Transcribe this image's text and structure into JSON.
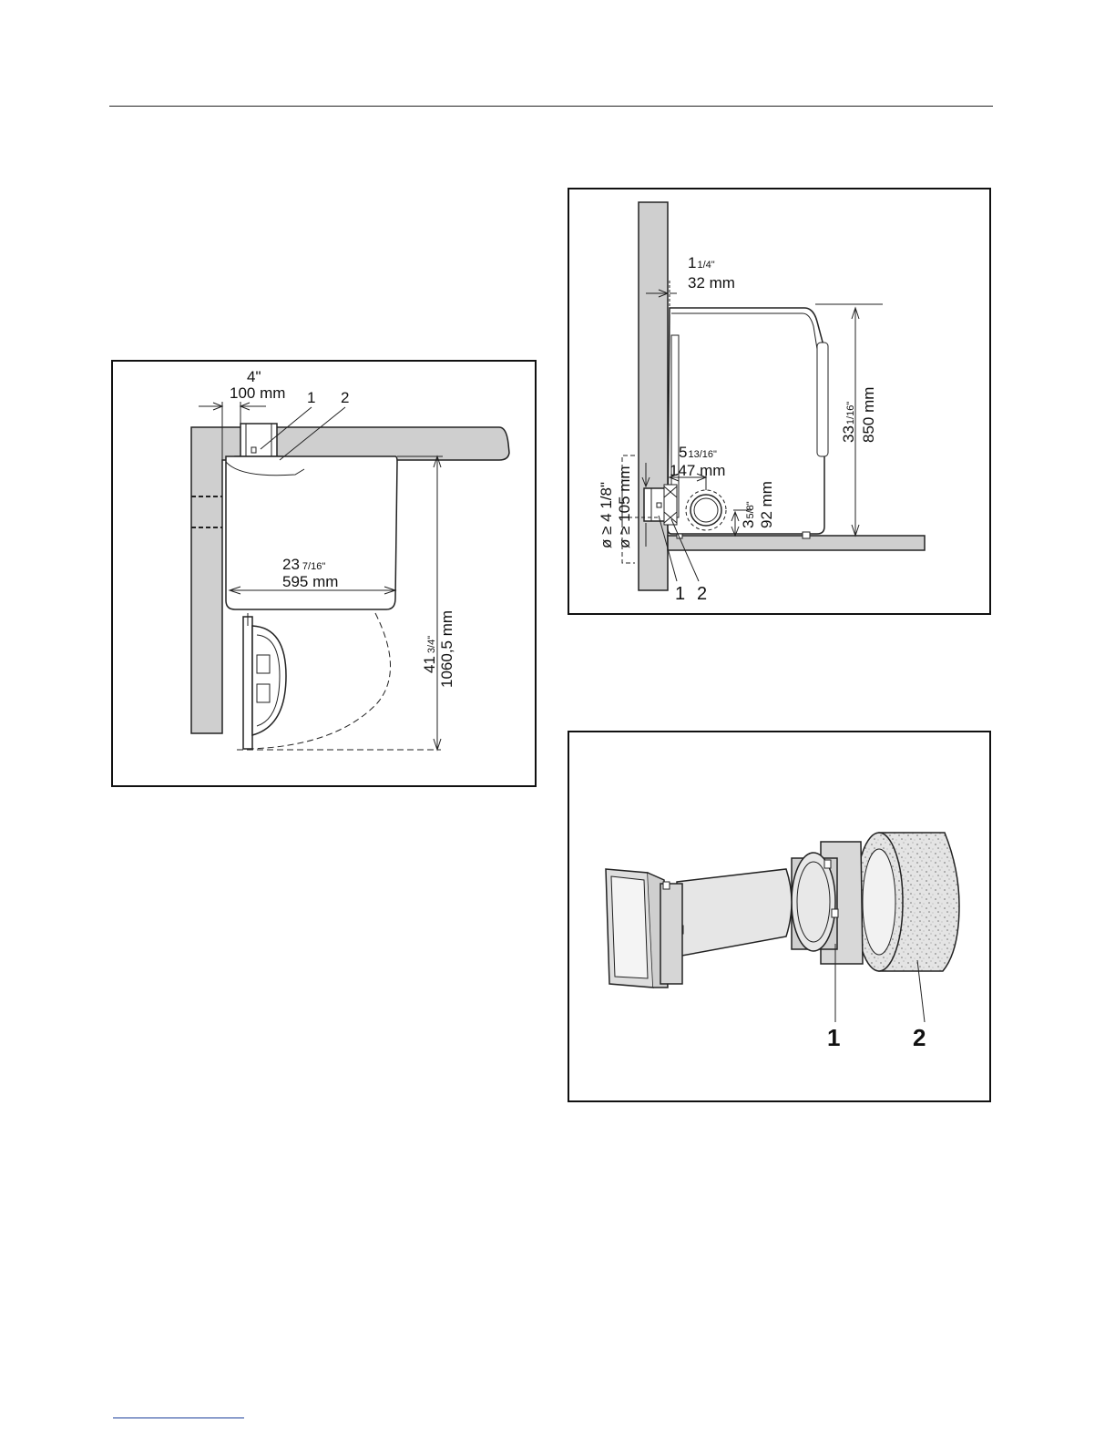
{
  "figure_top": {
    "dim_depth_in": "4\"",
    "dim_depth_mm": "100 mm",
    "label_1": "1",
    "label_2": "2",
    "dim_width_in_whole": "23",
    "dim_width_in_frac": "7/16\"",
    "dim_width_mm": "595 mm",
    "dim_depth_total_in_whole": "41",
    "dim_depth_total_in_frac": "3/4\"",
    "dim_depth_total_mm": "1060,5 mm"
  },
  "figure_side": {
    "dim_wall_in_whole": "1",
    "dim_wall_in_frac": "1/4\"",
    "dim_wall_mm": "32 mm",
    "dim_height_in_whole": "33",
    "dim_height_in_frac": "1/16\"",
    "dim_height_mm": "850 mm",
    "dim_vent_offset_in_whole": "5",
    "dim_vent_offset_in_frac": "13/16\"",
    "dim_vent_offset_mm": "147 mm",
    "dim_vent_height_in_whole": "3",
    "dim_vent_height_in_frac": "5/8\"",
    "dim_vent_height_mm": "92 mm",
    "dim_diameter_in": "ø ≥ 4 1/8\"",
    "dim_diameter_mm": "ø ≥ 105 mm",
    "label_1": "1",
    "label_2": "2"
  },
  "figure_kit": {
    "label_1": "1",
    "label_2": "2"
  }
}
